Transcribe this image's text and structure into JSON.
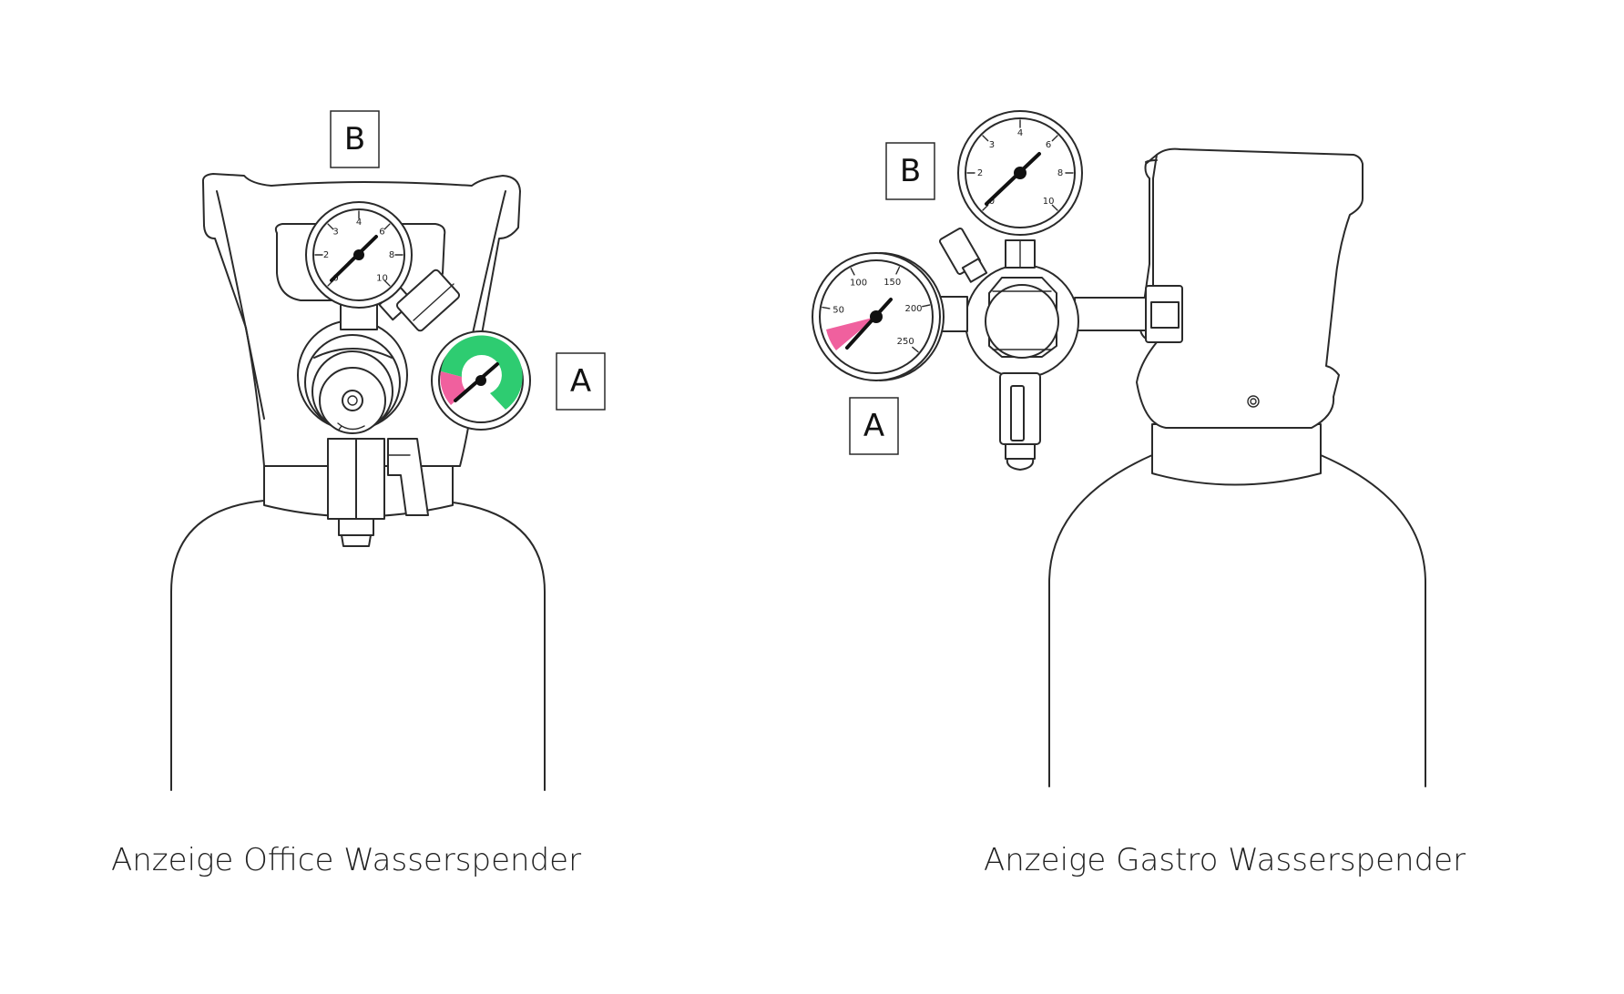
{
  "panels": [
    {
      "caption": "Anzeige Office Wasserspender",
      "callouts": {
        "a": "A",
        "b": "B"
      },
      "gauge_b": {
        "ticks": [
          "0",
          "2",
          "3",
          "4",
          "6",
          "8",
          "10"
        ]
      }
    },
    {
      "caption": "Anzeige Gastro Wasserspender",
      "callouts": {
        "a": "A",
        "b": "B"
      },
      "gauge_b": {
        "ticks": [
          "0",
          "2",
          "3",
          "4",
          "6",
          "8",
          "10"
        ]
      },
      "gauge_a": {
        "ticks": [
          "50",
          "100",
          "150",
          "200",
          "250"
        ]
      }
    }
  ],
  "colors": {
    "green": "#2ecc71",
    "pink": "#f0609e",
    "line": "#2a2a2a"
  }
}
